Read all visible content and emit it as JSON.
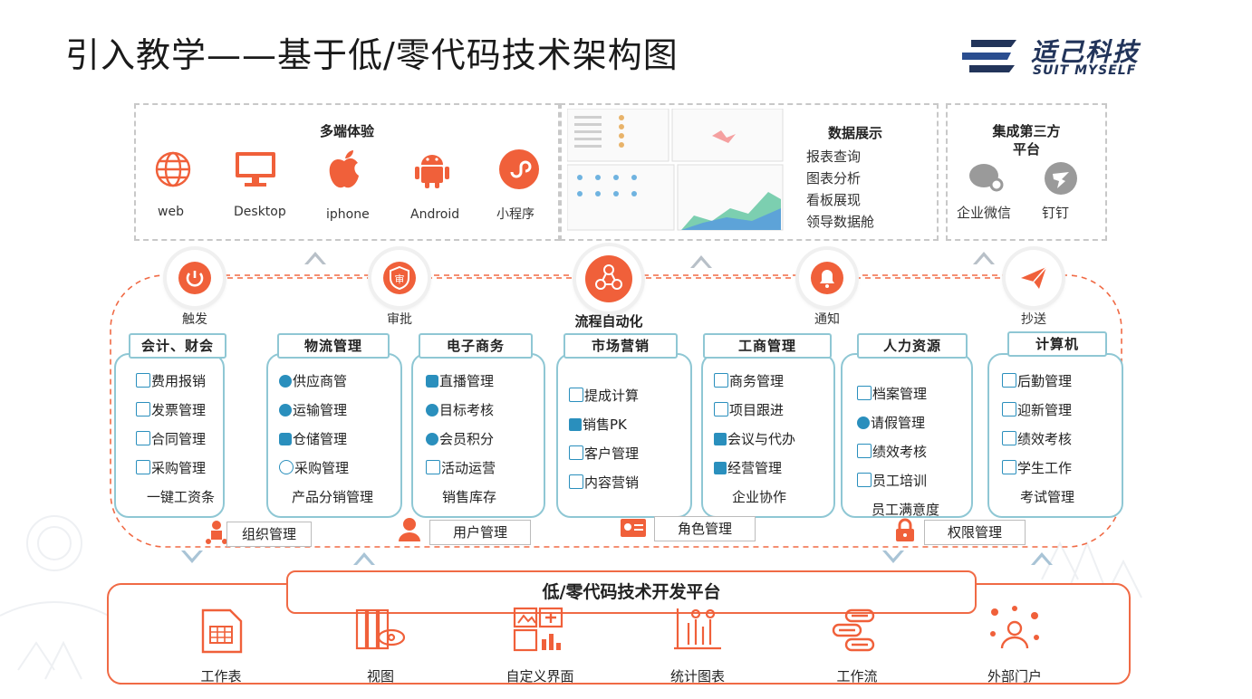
{
  "title": "引入教学——基于低/零代码技术架构图",
  "logo": {
    "name": "适己科技",
    "sub": "SUIT MYSELF"
  },
  "multi_end": {
    "title": "多端体验",
    "items": [
      {
        "label": "web",
        "icon": "globe-icon"
      },
      {
        "label": "Desktop",
        "icon": "monitor-icon"
      },
      {
        "label": "iphone",
        "icon": "apple-icon"
      },
      {
        "label": "Android",
        "icon": "android-icon"
      },
      {
        "label": "小程序",
        "icon": "mini-program-icon"
      }
    ]
  },
  "data_display": {
    "title": "数据展示",
    "items": [
      "报表查询",
      "图表分析",
      "看板展现",
      "领导数据舱"
    ]
  },
  "integration": {
    "title": "集成第三方",
    "title2": "平台",
    "items": [
      "企业微信",
      "钉钉"
    ]
  },
  "triggers": [
    {
      "label": "触发",
      "icon": "power-icon"
    },
    {
      "label": "审批",
      "icon": "approve-icon"
    },
    {
      "label": "流程自动化",
      "icon": "workflow-icon"
    },
    {
      "label": "通知",
      "icon": "bell-icon"
    },
    {
      "label": "抄送",
      "icon": "send-icon"
    }
  ],
  "modules": [
    {
      "title": "会计、财会",
      "items": [
        "费用报销",
        "发票管理",
        "合同管理",
        "采购管理",
        "一键工资条"
      ]
    },
    {
      "title": "物流管理",
      "items": [
        "供应商管",
        "运输管理",
        "仓储管理",
        "采购管理",
        "产品分销管理"
      ]
    },
    {
      "title": "电子商务",
      "items": [
        "直播管理",
        "目标考核",
        "会员积分",
        "活动运营",
        "销售库存"
      ]
    },
    {
      "title": "市场营销",
      "items": [
        "提成计算",
        "销售PK",
        "客户管理",
        "内容营销"
      ]
    },
    {
      "title": "工商管理",
      "items": [
        "商务管理",
        "项目跟进",
        "会议与代办",
        "经营管理",
        "企业协作"
      ]
    },
    {
      "title": "人力资源",
      "items": [
        "档案管理",
        "请假管理",
        "绩效考核",
        "员工培训",
        "员工满意度"
      ]
    },
    {
      "title": "计算机",
      "items": [
        "后勤管理",
        "迎新管理",
        "绩效考核",
        "学生工作",
        "考试管理"
      ]
    }
  ],
  "management": [
    {
      "label": "组织管理",
      "icon": "org-icon"
    },
    {
      "label": "用户管理",
      "icon": "user-icon"
    },
    {
      "label": "角色管理",
      "icon": "role-icon"
    },
    {
      "label": "权限管理",
      "icon": "lock-icon"
    }
  ],
  "platform": {
    "title": "低/零代码技术开发平台",
    "items": [
      {
        "label": "工作表",
        "icon": "sheet-icon"
      },
      {
        "label": "视图",
        "icon": "view-icon"
      },
      {
        "label": "自定义界面",
        "icon": "custom-ui-icon"
      },
      {
        "label": "统计图表",
        "icon": "stats-chart-icon"
      },
      {
        "label": "工作流",
        "icon": "workflow-chain-icon"
      },
      {
        "label": "外部门户",
        "icon": "portal-icon"
      }
    ]
  },
  "colors": {
    "accent": "#f0603a",
    "card_border": "#8fc7d4",
    "dashed": "#c8c8c8",
    "brand": "#22345a"
  }
}
